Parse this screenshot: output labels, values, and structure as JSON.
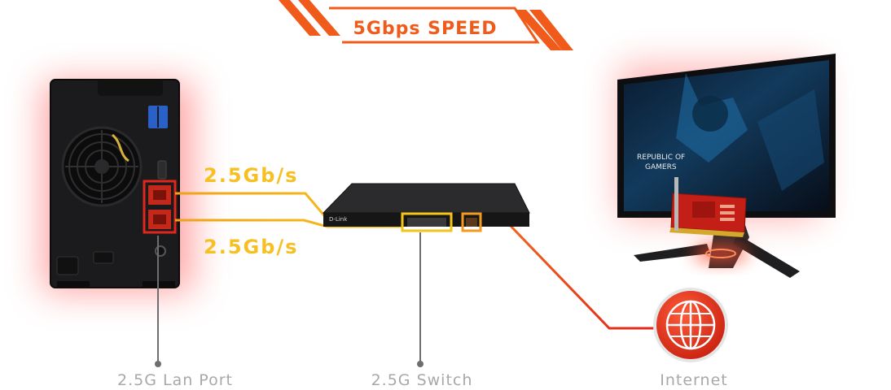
{
  "banner": {
    "label": "5Gbps SPEED"
  },
  "links": [
    {
      "speed": "2.5Gb/s"
    },
    {
      "speed": "2.5Gb/s"
    }
  ],
  "captions": {
    "nas": "2.5G Lan Port",
    "switch": "2.5G Switch",
    "internet": "Internet"
  },
  "device_text": {
    "switch_brand": "D-Link",
    "monitor_brand_line1": "REPUBLIC OF",
    "monitor_brand_line2": "GAMERS"
  },
  "icons": {
    "nas": "nas-device-icon",
    "switch": "network-switch-icon",
    "monitor": "gaming-monitor-icon",
    "nic": "network-card-icon",
    "internet": "globe-icon"
  },
  "colors": {
    "accent_orange": "#F05A1A",
    "line_yellow": "#F5C419",
    "line_orange": "#F39A1E",
    "line_red": "#E3261B",
    "caption_gray": "#A8A8A8",
    "glow_red": "#FF5A5A"
  }
}
